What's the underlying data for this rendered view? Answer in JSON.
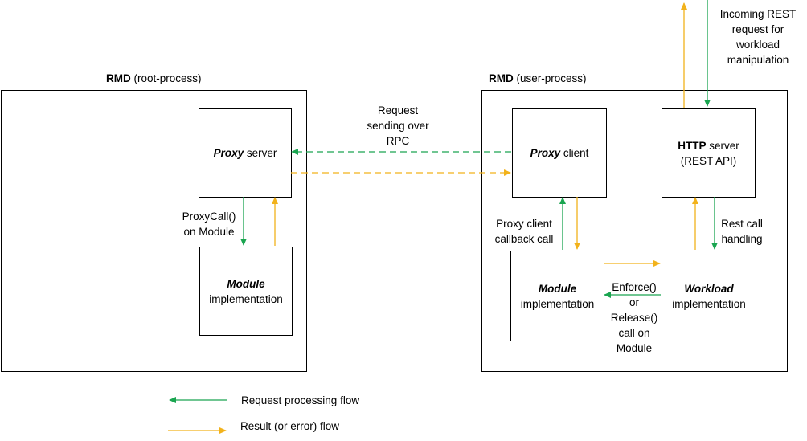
{
  "root_process": {
    "title_bold": "RMD",
    "title_rest": " (root-process)"
  },
  "user_process": {
    "title_bold": "RMD",
    "title_rest": " (user-process)"
  },
  "proxy_server": {
    "bold": "Proxy",
    "rest": " server"
  },
  "module_root": {
    "bold": "Module",
    "rest": "implementation"
  },
  "proxy_client": {
    "bold": "Proxy",
    "rest": " client"
  },
  "http_server": {
    "bold": "HTTP",
    "rest_line1": " server",
    "rest_line2": "(REST API)"
  },
  "module_user": {
    "bold": "Module",
    "rest": "implementation"
  },
  "workload": {
    "bold": "Workload",
    "rest": "implementation"
  },
  "labels": {
    "rpc_line1": "Request",
    "rpc_line2": "sending over",
    "rpc_line3": "RPC",
    "proxycall_line1": "ProxyCall()",
    "proxycall_line2": "on Module",
    "callback_line1": "Proxy client",
    "callback_line2": "callback call",
    "rest_call_line1": "Rest call",
    "rest_call_line2": "handling",
    "incoming_line1": "Incoming REST",
    "incoming_line2": "request for",
    "incoming_line3": "workload",
    "incoming_line4": "manipulation",
    "enforce_line1": "Enforce()",
    "enforce_line2": "or",
    "enforce_line3": "Release()",
    "enforce_line4": "call on",
    "enforce_line5": "Module"
  },
  "legend": {
    "request_flow": "Request processing flow",
    "result_flow": "Result (or error) flow"
  },
  "colors": {
    "request": "#1aa550",
    "result": "#f2b21b"
  }
}
